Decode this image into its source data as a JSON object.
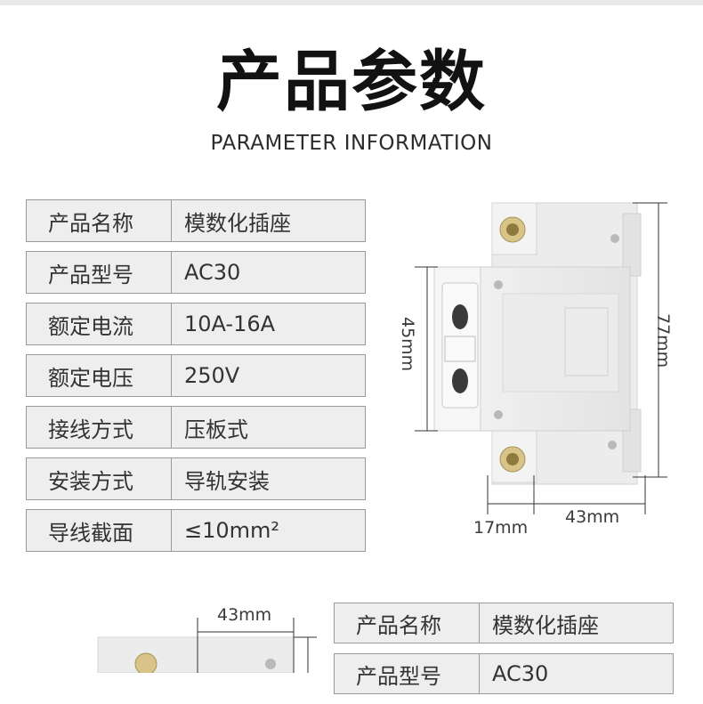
{
  "header": {
    "title": "产品参数",
    "subtitle": "PARAMETER INFORMATION"
  },
  "params": [
    {
      "label": "产品名称",
      "value": "模数化插座"
    },
    {
      "label": "产品型号",
      "value": "AC30"
    },
    {
      "label": "额定电流",
      "value": "10A-16A"
    },
    {
      "label": "额定电压",
      "value": "250V"
    },
    {
      "label": "接线方式",
      "value": "压板式"
    },
    {
      "label": "安装方式",
      "value": "导轨安装"
    },
    {
      "label": "导线截面",
      "value": "≤10mm²"
    }
  ],
  "dimensions": {
    "height_outer": "77mm",
    "height_socket": "45mm",
    "width_body": "43mm",
    "depth_front": "17mm"
  },
  "lower_section": {
    "dimension_top": "43mm",
    "params": [
      {
        "label": "产品名称",
        "value": "模数化插座"
      },
      {
        "label": "产品型号",
        "value": "AC30"
      }
    ]
  }
}
